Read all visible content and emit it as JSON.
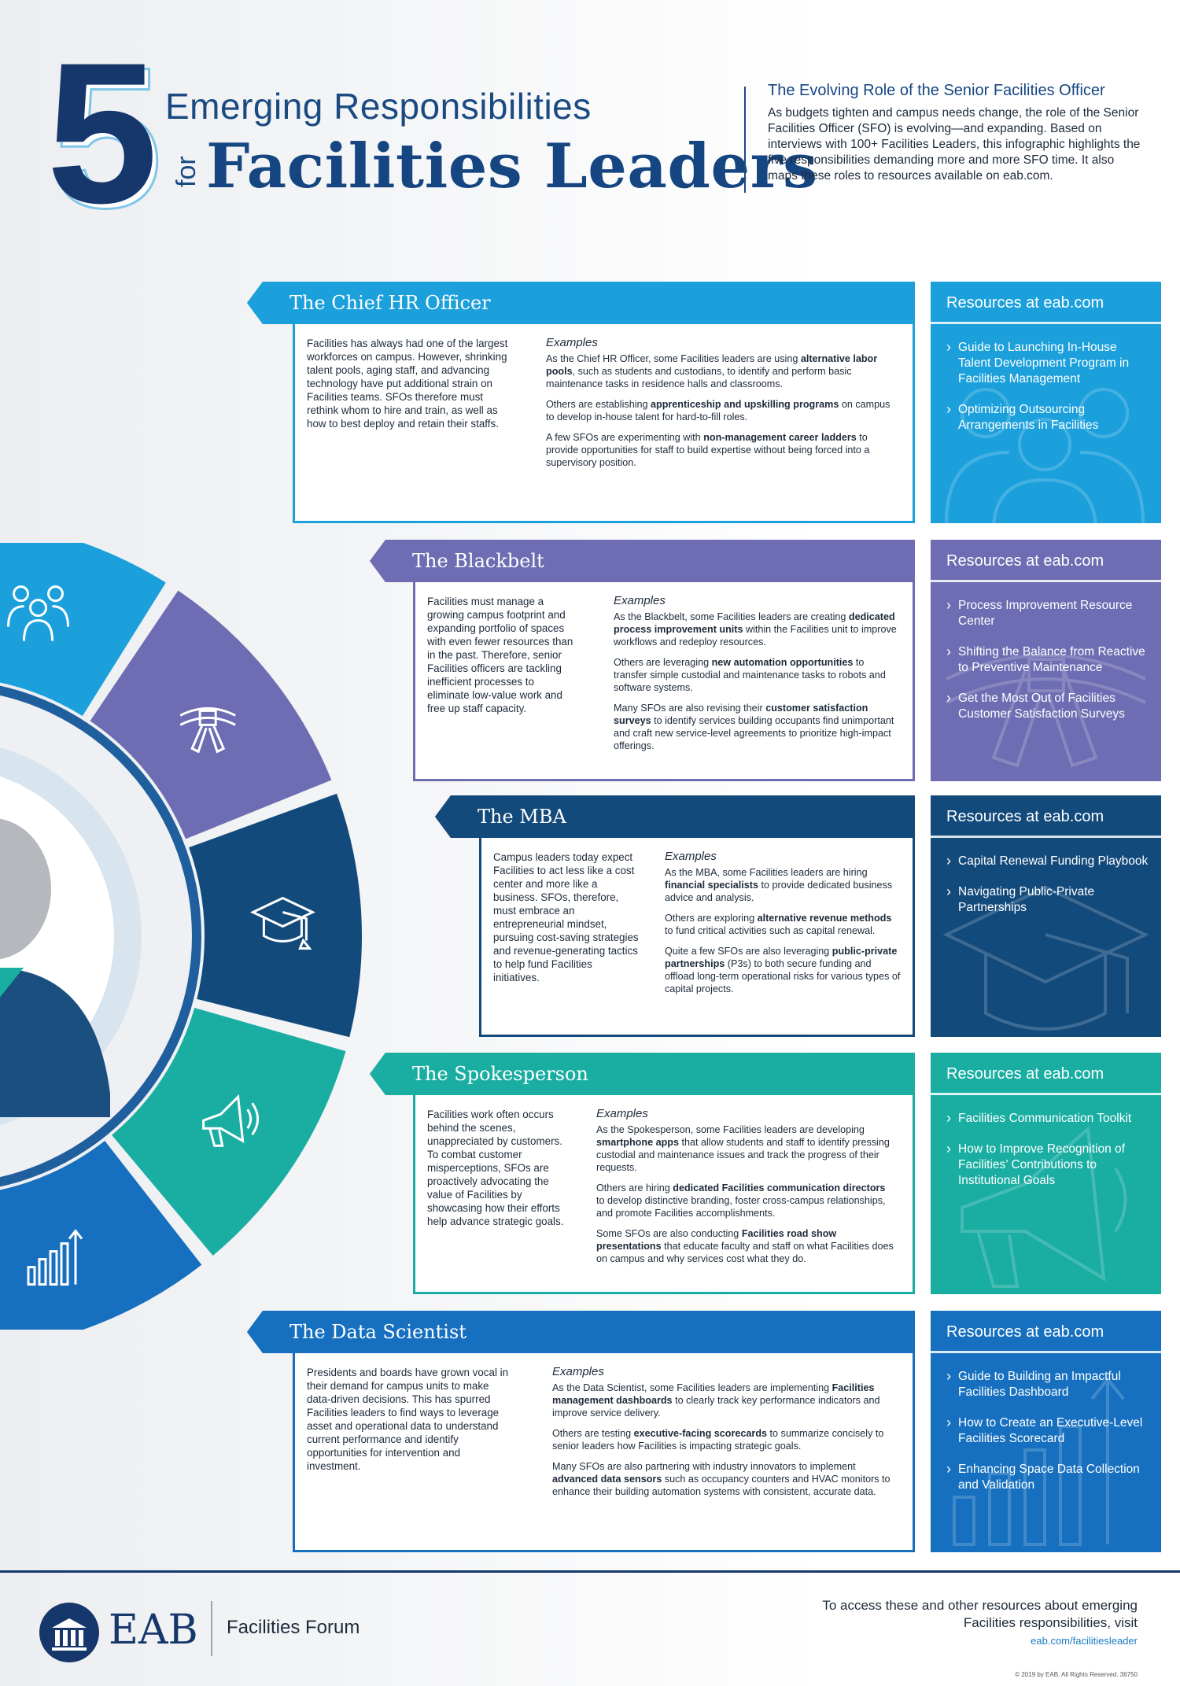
{
  "header": {
    "big_number": "5",
    "title_line1": "Emerging Responsibilities",
    "title_for": "for",
    "title_line2": "Facilities Leaders",
    "intro_title": "The Evolving Role of the Senior Facilities Officer",
    "intro_body": "As budgets tighten and campus needs change, the role of the Senior Facilities Officer (SFO) is evolving—and expanding. Based on interviews with 100+ Facilities Leaders, this infographic highlights the five responsibilities demanding more and more SFO time. It also maps these roles to resources available on eab.com."
  },
  "colors": {
    "hr": "#1ba0dc",
    "blackbelt": "#6e6db3",
    "mba": "#134a7c",
    "spokesperson": "#1aaea2",
    "data": "#1670bf",
    "navy": "#16376b"
  },
  "sections": [
    {
      "id": "hr",
      "title": "The Chief HR Officer",
      "icon": "people-icon",
      "intro": "Facilities has always had one of the largest workforces on campus. However, shrinking talent pools, aging staff, and advancing technology have put additional strain on Facilities teams. SFOs therefore must rethink whom to hire and train, as well as how to best deploy and retain their staffs.",
      "examples_label": "Examples",
      "examples": [
        [
          "As the Chief HR Officer, some Facilities leaders are using ",
          "alternative labor pools",
          ", such as students and custodians, to identify and perform basic maintenance tasks in residence halls and classrooms."
        ],
        [
          "Others are establishing ",
          "apprenticeship and upskilling programs",
          " on campus to develop in-house talent for hard-to-fill roles."
        ],
        [
          "A few SFOs are experimenting with ",
          "non-management career ladders",
          " to provide opportunities for staff to build expertise without being forced into a supervisory position."
        ]
      ],
      "resources_title": "Resources at eab.com",
      "resources": [
        "Guide to Launching In-House Talent Development Program in Facilities Management",
        "Optimizing Outsourcing Arrangements in Facilities"
      ]
    },
    {
      "id": "blackbelt",
      "title": "The Blackbelt",
      "icon": "belt-icon",
      "intro": "Facilities must manage a growing campus footprint and expanding portfolio of spaces with even fewer resources than in the past. Therefore, senior Facilities officers are tackling inefficient processes to eliminate low-value work and free up staff capacity.",
      "examples_label": "Examples",
      "examples": [
        [
          "As the Blackbelt, some Facilities leaders are creating ",
          "dedicated process improvement units",
          " within the Facilities unit to improve workflows and redeploy resources."
        ],
        [
          "Others are leveraging ",
          "new automation opportunities",
          " to transfer simple custodial and maintenance tasks to robots and software systems."
        ],
        [
          "Many SFOs are also revising their ",
          "customer satisfaction surveys",
          " to identify services building occupants find unimportant and craft new service-level agreements to prioritize high-impact offerings."
        ]
      ],
      "resources_title": "Resources at eab.com",
      "resources": [
        "Process Improvement Resource Center",
        "Shifting the Balance from Reactive to Preventive Maintenance",
        "Get the Most Out of Facilities Customer Satisfaction Surveys"
      ]
    },
    {
      "id": "mba",
      "title": "The MBA",
      "icon": "graduation-cap-icon",
      "intro": "Campus leaders today expect Facilities to act less like a cost center and more like a business. SFOs, therefore, must embrace an entrepreneurial mindset, pursuing cost-saving strategies and revenue-generating tactics to help fund Facilities initiatives.",
      "examples_label": "Examples",
      "examples": [
        [
          "As the MBA, some Facilities leaders are hiring ",
          "financial specialists",
          " to provide dedicated business advice and analysis."
        ],
        [
          "Others are exploring ",
          "alternative revenue methods",
          " to fund critical activities such as capital renewal."
        ],
        [
          "Quite a few SFOs are also leveraging ",
          "public-private partnerships",
          " (P3s) to both secure funding and offload long-term operational risks for various types of capital projects."
        ]
      ],
      "resources_title": "Resources at eab.com",
      "resources": [
        "Capital Renewal Funding Playbook",
        "Navigating Public-Private Partnerships"
      ]
    },
    {
      "id": "spokesperson",
      "title": "The Spokesperson",
      "icon": "megaphone-icon",
      "intro": "Facilities work often occurs behind the scenes, unappreciated by customers. To combat customer misperceptions, SFOs are proactively advocating the value of Facilities by showcasing how their efforts help advance strategic goals.",
      "examples_label": "Examples",
      "examples": [
        [
          "As the Spokesperson, some Facilities leaders are developing ",
          "smartphone apps",
          " that allow students and staff to identify pressing custodial and maintenance issues and track the progress of their requests."
        ],
        [
          "Others are hiring ",
          "dedicated Facilities communication directors",
          " to develop distinctive branding, foster cross-campus relationships, and promote Facilities accomplishments."
        ],
        [
          "Some SFOs are also conducting ",
          "Facilities road show presentations",
          " that educate faculty and staff on what Facilities does on campus and why services cost what they do."
        ]
      ],
      "resources_title": "Resources at eab.com",
      "resources": [
        "Facilities Communication Toolkit",
        "How to Improve Recognition of Facilities’ Contributions to Institutional Goals"
      ]
    },
    {
      "id": "data",
      "title": "The Data Scientist",
      "icon": "bar-chart-icon",
      "intro": "Presidents and boards have grown vocal in their demand for campus units to make data-driven decisions. This has spurred Facilities leaders to find ways to leverage asset and operational data to understand current performance and identify opportunities for intervention and investment.",
      "examples_label": "Examples",
      "examples": [
        [
          "As the Data Scientist, some Facilities leaders are implementing ",
          "Facilities management dashboards",
          " to clearly track key performance indicators and improve service delivery."
        ],
        [
          "Others are testing ",
          "executive-facing scorecards",
          " to summarize concisely to senior leaders how Facilities is impacting strategic goals."
        ],
        [
          "Many SFOs are also partnering with industry innovators to implement ",
          "advanced data sensors",
          " such as occupancy counters and HVAC monitors to enhance their building automation systems with consistent, accurate data."
        ]
      ],
      "resources_title": "Resources at eab.com",
      "resources": [
        "Guide to Building an Impactful Facilities Dashboard",
        "How to Create an Executive-Level Facilities Scorecard",
        "Enhancing Space Data Collection and Validation"
      ]
    }
  ],
  "footer": {
    "brand": "EAB",
    "forum": "Facilities Forum",
    "cta": "To access these and other resources about emerging Facilities responsibilities, visit",
    "link": "eab.com/facilitiesleader",
    "copyright": "© 2019 by EAB. All Rights Reserved. 36750"
  }
}
